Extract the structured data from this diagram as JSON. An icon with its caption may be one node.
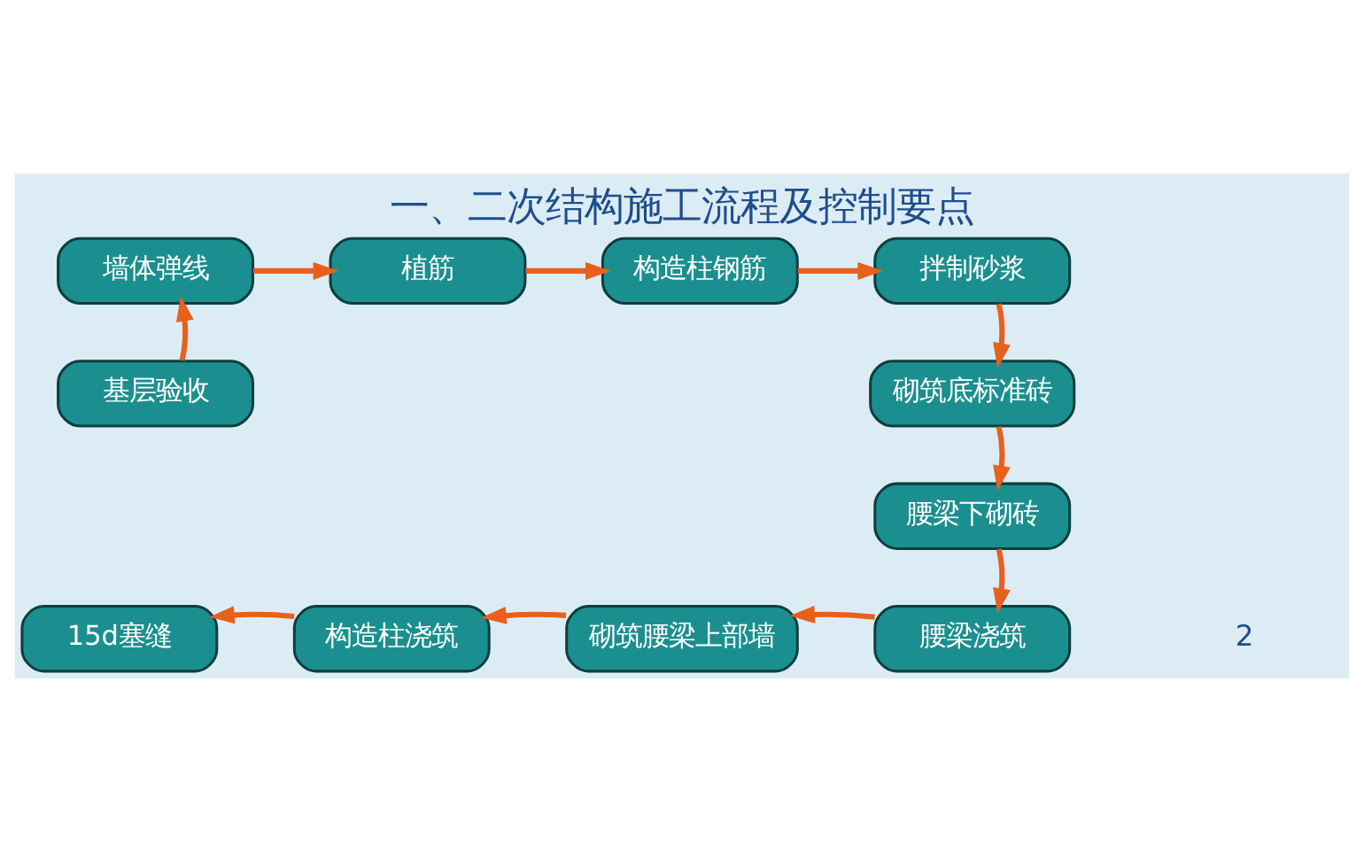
{
  "diagram": {
    "title": "一、二次结构施工流程及控制要点",
    "nodes": [
      {
        "text": [
          "墙体弹线"
        ]
      },
      {
        "text": [
          "植筋"
        ]
      },
      {
        "text": [
          "构造柱钢筋"
        ]
      },
      {
        "text": [
          "拌制砂浆"
        ]
      },
      {
        "text": [
          "基层验收"
        ]
      },
      {
        "text": [
          "砌筑底标准砖"
        ]
      },
      {
        "text": [
          "腰梁下砌砖"
        ]
      },
      {
        "text": [
          "15d塞缝"
        ]
      },
      {
        "text": [
          "构造柱浇筑"
        ]
      },
      {
        "text": [
          "砌筑腰梁上部墙"
        ]
      },
      {
        "text": [
          "腰梁浇筑"
        ]
      }
    ],
    "edges": [
      {
        "from": 4,
        "to": 0,
        "arrow": "to"
      },
      {
        "from": 0,
        "to": 1,
        "arrow": "to"
      },
      {
        "from": 1,
        "to": 2,
        "arrow": "to"
      },
      {
        "from": 2,
        "to": 3,
        "arrow": "to"
      },
      {
        "from": 3,
        "to": 5,
        "arrow": "to"
      },
      {
        "from": 5,
        "to": 6,
        "arrow": "to"
      },
      {
        "from": 6,
        "to": 10,
        "arrow": "to"
      },
      {
        "from": 10,
        "to": 9,
        "arrow": "to"
      },
      {
        "from": 9,
        "to": 8,
        "arrow": "to"
      },
      {
        "from": 8,
        "to": 7,
        "arrow": "to"
      }
    ],
    "labels": [
      "2"
    ]
  }
}
